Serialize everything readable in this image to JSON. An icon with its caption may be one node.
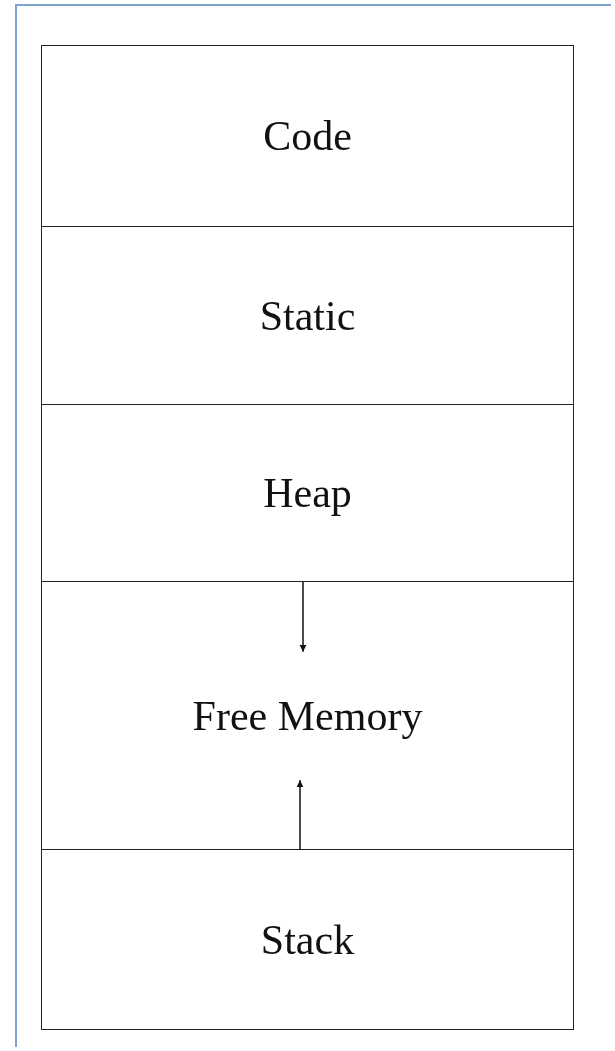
{
  "diagram": {
    "nodes": [
      {
        "text": [
          "Code"
        ]
      },
      {
        "text": [
          "Static"
        ]
      },
      {
        "text": [
          "Heap"
        ]
      },
      {
        "text": [
          "Free Memory"
        ]
      },
      {
        "text": [
          "Stack"
        ]
      }
    ],
    "edges": [
      {
        "from": 2,
        "to": 3,
        "arrow": "to"
      },
      {
        "from": 4,
        "to": 3,
        "arrow": "to"
      }
    ]
  }
}
